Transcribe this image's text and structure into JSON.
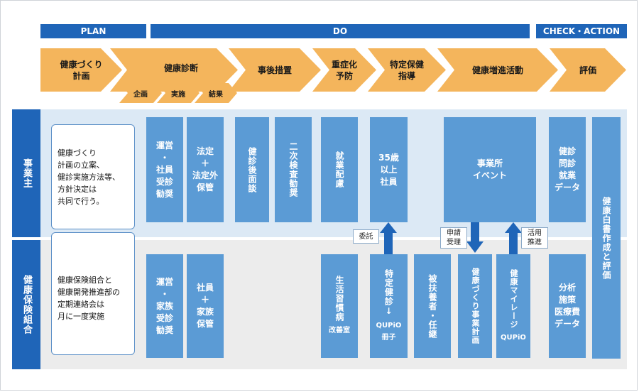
{
  "phases": {
    "plan": "PLAN",
    "do": "DO",
    "check_action": "CHECK・ACTION"
  },
  "steps": {
    "plan_step": "健康づくり\n計画",
    "checkup": "健康診断",
    "followup": "事後措置",
    "prevention": "重症化\n予防",
    "guidance": "特定保健\n指導",
    "promotion": "健康増進活動",
    "evaluation": "評価"
  },
  "checkup_substeps": [
    "企画",
    "実施",
    "結果"
  ],
  "rows": {
    "employer": "事業主",
    "insurance": "健康保険組合"
  },
  "notes": {
    "employer": "健康づくり\n計画の立案、\n健診実施方法等、\n方針決定は\n共同で行う。",
    "insurance": "健康保険組合と\n健康開発推進部の\n定期連絡会は\n月に一度実施"
  },
  "employer_boxes": {
    "recommend": "運営\n・\n社員\n受診\n勧奨",
    "legal": "法定\n＋\n法定外\n保管",
    "interview": "健診後面談",
    "second_exam": "二次検査勧奨",
    "placement": "就業配慮",
    "age35": "35歳\n以上\n社員",
    "events": "事業所\nイベント",
    "data": "健診\n問診\n就業\nデータ"
  },
  "insurance_boxes": {
    "recommend": "運営\n・\n家族\n受診\n勧奨",
    "storage": "社員\n＋\n家族\n保管",
    "lifestyle_main": "生活習慣病",
    "lifestyle_sub": "改善室",
    "specific_main": "特定健診↓",
    "specific_sub1": "QUPiO",
    "specific_sub2": "冊子",
    "dependents": "被扶養者・任継",
    "plan": "健康づくり事業計画",
    "mileage_main": "健康マイレージ",
    "mileage_sub": "QUPiO",
    "analysis": "分析\n施策\n医療費\nデータ"
  },
  "white_paper": "健康白書作成と評価",
  "arrow_labels": {
    "consign": "委託",
    "apply": "申請\n受理",
    "utilize": "活用\n推進"
  },
  "colors": {
    "phase_blue": "#1f65b8",
    "arrow_orange": "#f4b55c",
    "box_blue": "#5b9bd5"
  }
}
